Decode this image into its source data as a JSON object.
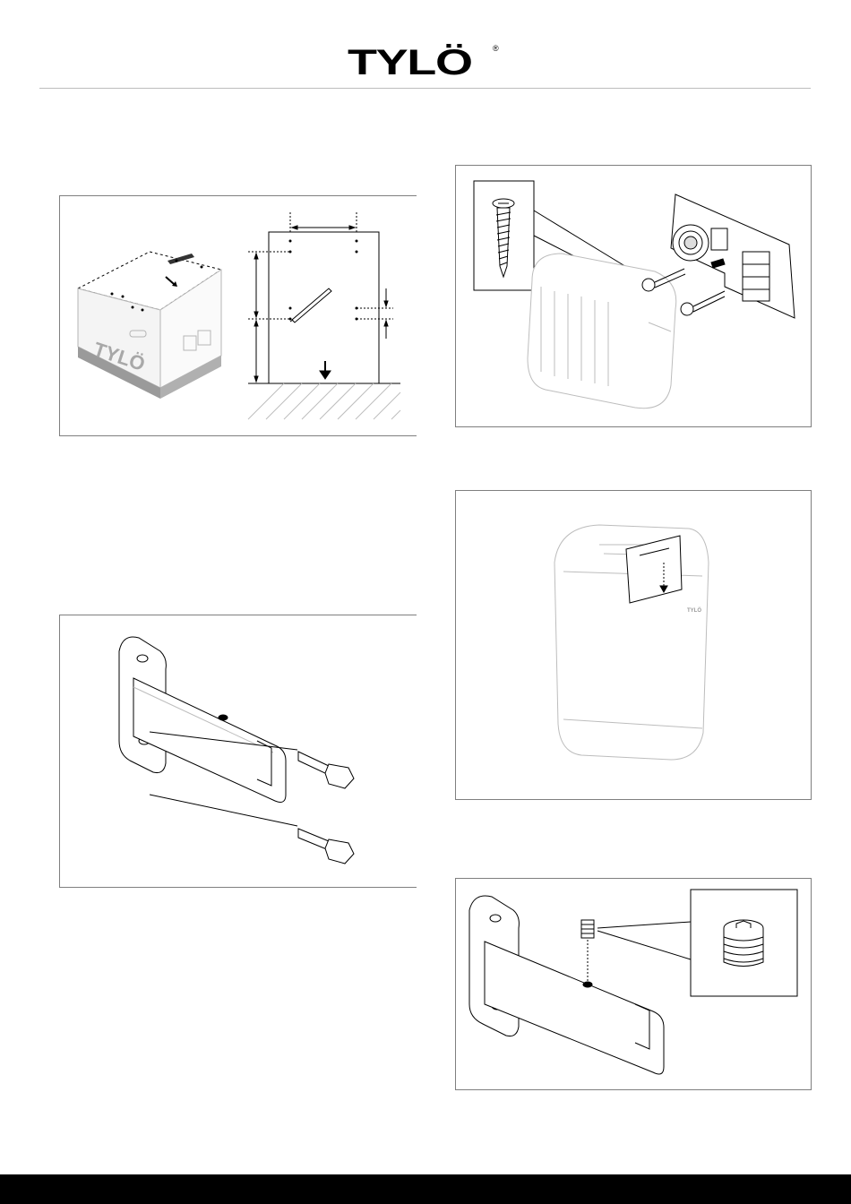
{
  "header": {
    "brand": "TYLÖ",
    "registered_mark": "®"
  },
  "figures": {
    "carton": {
      "box_brand": "TYLÖ"
    },
    "mounting_template": {},
    "wall_bracket_screws": {},
    "sensor_mounting": {},
    "heater_top_view": {
      "front_logo": "TYLÖ"
    },
    "bracket_set_screw": {}
  }
}
